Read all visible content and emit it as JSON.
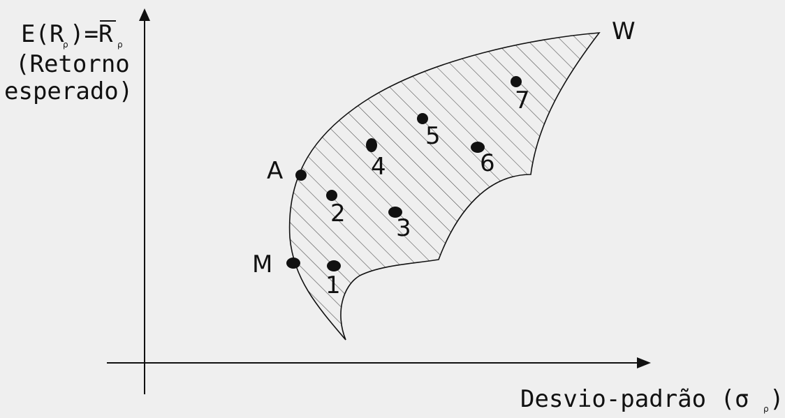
{
  "y_axis_label": {
    "line1_main": "E(R",
    "line1_sub": "ρ",
    "line1_eq": ")=R",
    "line1_sub2": "ρ",
    "line2": "(Retorno",
    "line3": "esperado)"
  },
  "x_axis_label": {
    "main": "Desvio-padrão (σ",
    "sub": "ρ",
    "close": ")"
  },
  "points": [
    {
      "label": "1"
    },
    {
      "label": "2"
    },
    {
      "label": "3"
    },
    {
      "label": "4"
    },
    {
      "label": "5"
    },
    {
      "label": "6"
    },
    {
      "label": "7"
    }
  ],
  "frontier_points": {
    "A": "A",
    "M": "M",
    "W": "W"
  },
  "colors": {
    "background": "#efefef",
    "ink": "#111111",
    "hatch": "#555555"
  }
}
